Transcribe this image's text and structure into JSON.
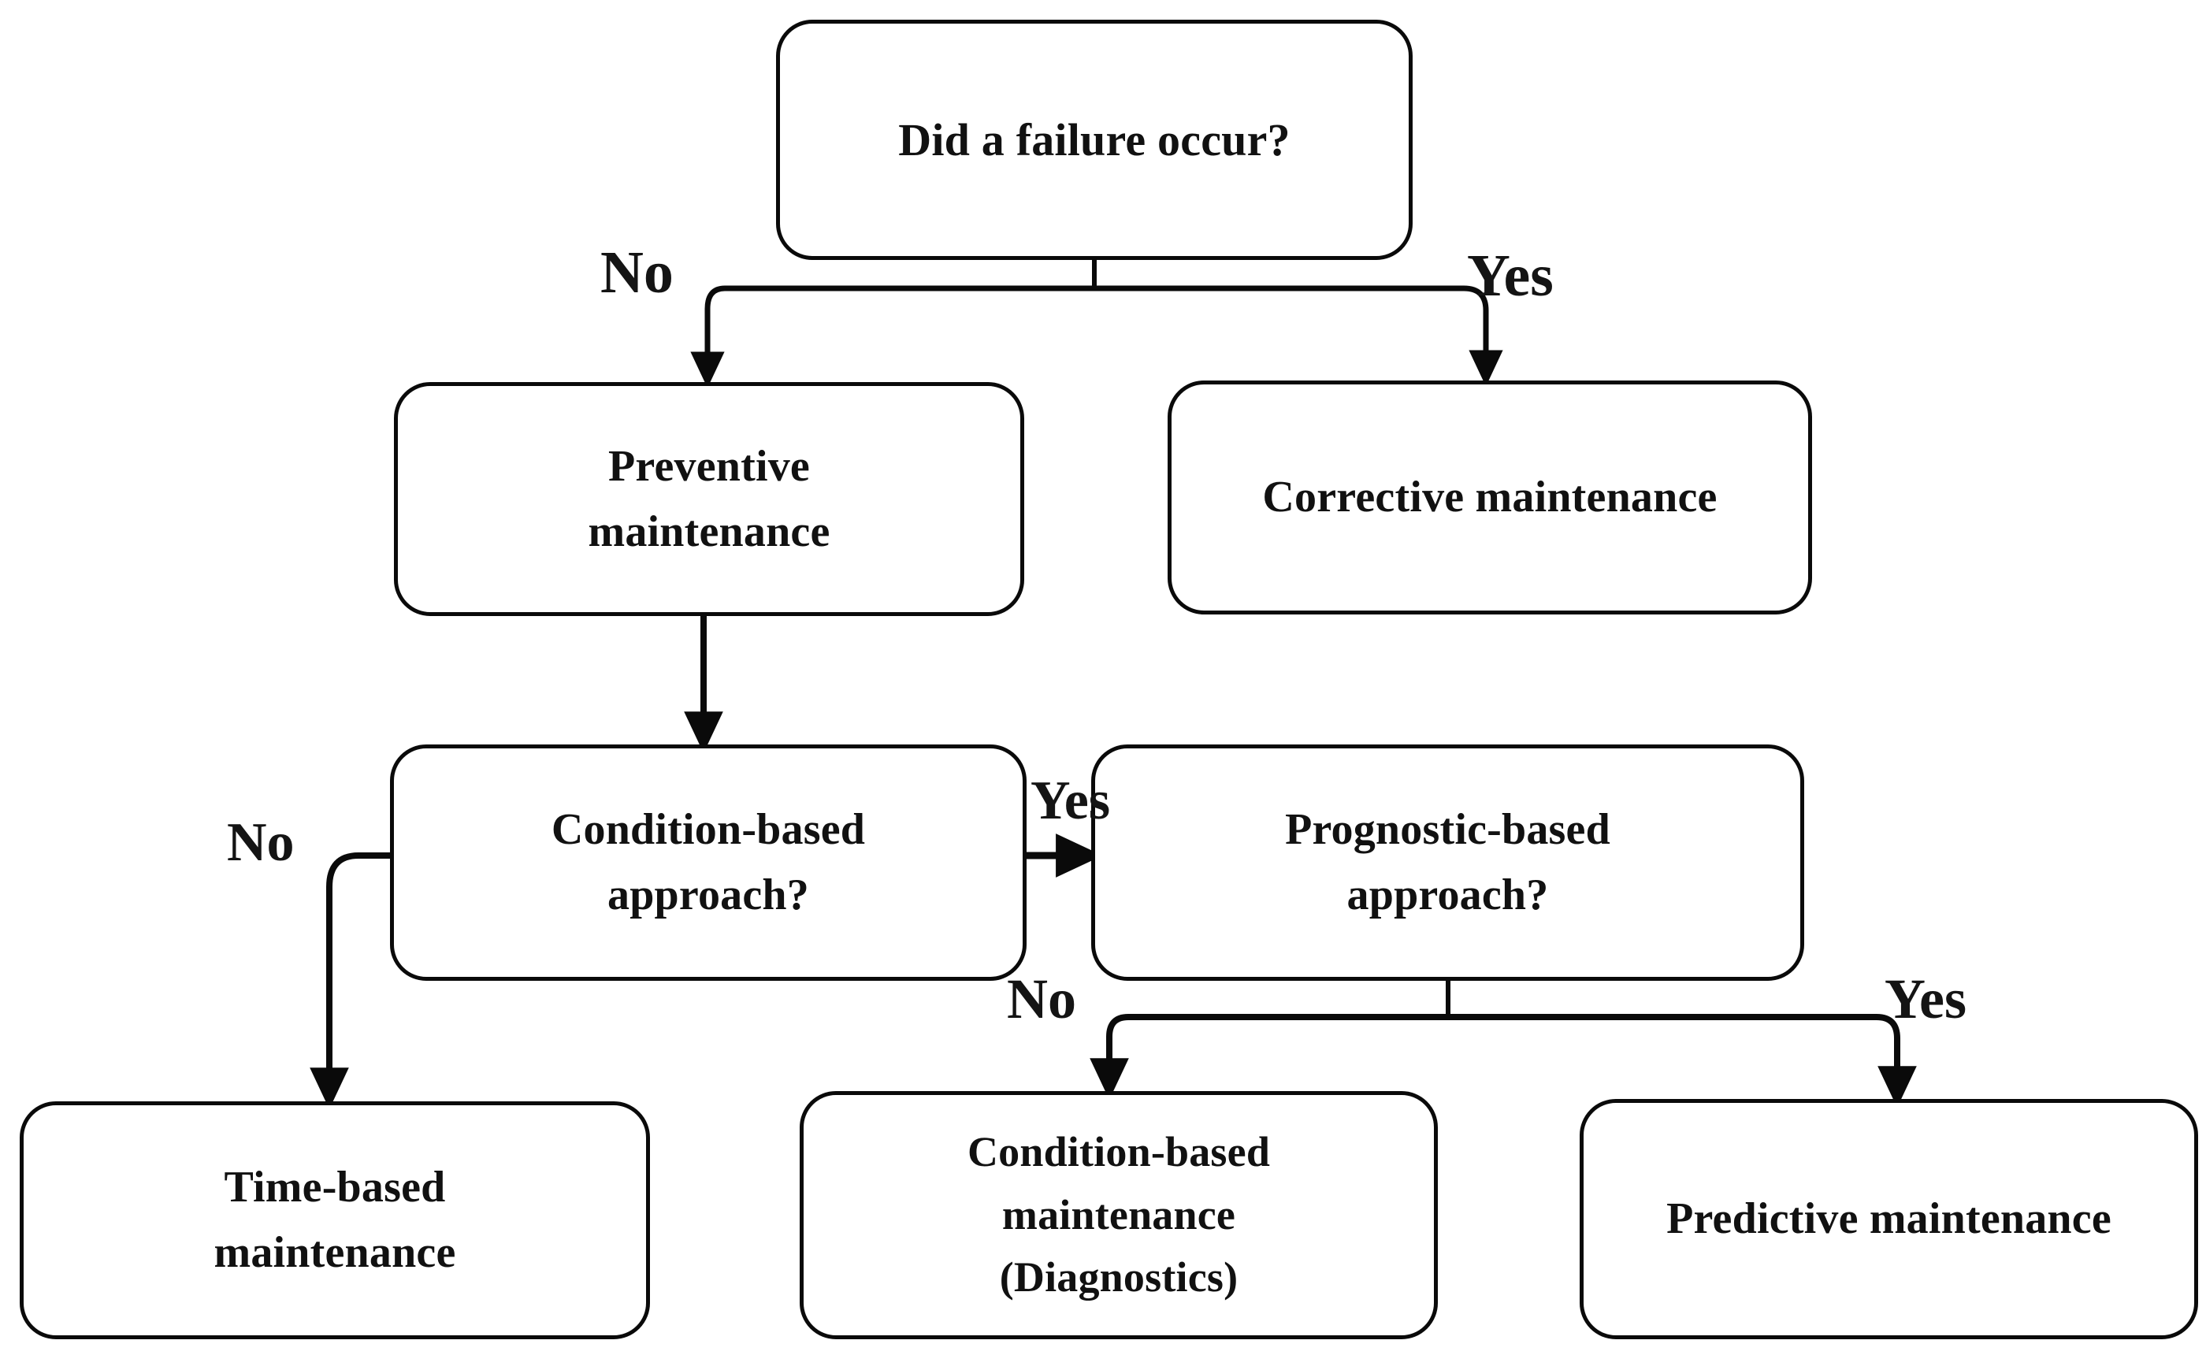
{
  "diagram": {
    "title": "Maintenance strategy decision flowchart",
    "type": "flowchart",
    "stroke_color": "#0a0a0a",
    "background_color": "#ffffff",
    "text_color": "#111111"
  },
  "nodes": {
    "root": {
      "id": "root",
      "label": "Did a failure occur?",
      "shape": "rounded-rectangle",
      "role": "decision"
    },
    "preventive": {
      "id": "preventive",
      "label": "Preventive\nmaintenance",
      "shape": "rounded-rectangle",
      "role": "process"
    },
    "corrective": {
      "id": "corrective",
      "label": "Corrective maintenance",
      "shape": "rounded-rectangle",
      "role": "process"
    },
    "condition_question": {
      "id": "condition_question",
      "label": "Condition-based\napproach?",
      "shape": "rounded-rectangle",
      "role": "decision"
    },
    "prognostic_question": {
      "id": "prognostic_question",
      "label": "Prognostic-based\napproach?",
      "shape": "rounded-rectangle",
      "role": "decision"
    },
    "time_based": {
      "id": "time_based",
      "label": "Time-based\nmaintenance",
      "shape": "rounded-rectangle",
      "role": "terminal"
    },
    "condition_based": {
      "id": "condition_based",
      "label": "Condition-based\nmaintenance\n(Diagnostics)",
      "shape": "rounded-rectangle",
      "role": "terminal"
    },
    "predictive": {
      "id": "predictive",
      "label": "Predictive maintenance",
      "shape": "rounded-rectangle",
      "role": "terminal"
    }
  },
  "edges": [
    {
      "id": "root-no",
      "from": "root",
      "to": "preventive",
      "label": "No"
    },
    {
      "id": "root-yes",
      "from": "root",
      "to": "corrective",
      "label": "Yes"
    },
    {
      "id": "preventive-next",
      "from": "preventive",
      "to": "condition_question",
      "label": ""
    },
    {
      "id": "condition-no",
      "from": "condition_question",
      "to": "time_based",
      "label": "No"
    },
    {
      "id": "condition-yes",
      "from": "condition_question",
      "to": "prognostic_question",
      "label": "Yes"
    },
    {
      "id": "prognostic-no",
      "from": "prognostic_question",
      "to": "condition_based",
      "label": "No"
    },
    {
      "id": "prognostic-yes",
      "from": "prognostic_question",
      "to": "predictive",
      "label": "Yes"
    }
  ]
}
